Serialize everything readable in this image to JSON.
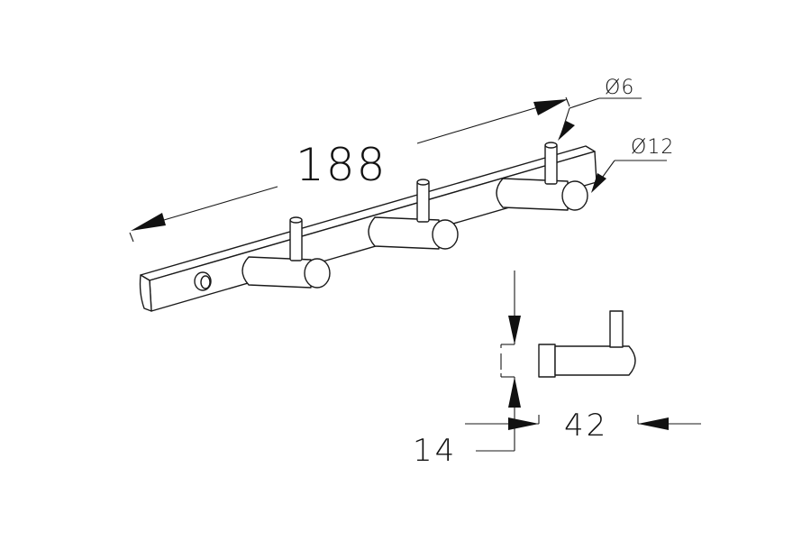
{
  "dimensions": {
    "length": "188",
    "pin_diameter": "Ø6",
    "hook_diameter": "Ø12",
    "rail_height": "14",
    "hook_depth": "42"
  }
}
